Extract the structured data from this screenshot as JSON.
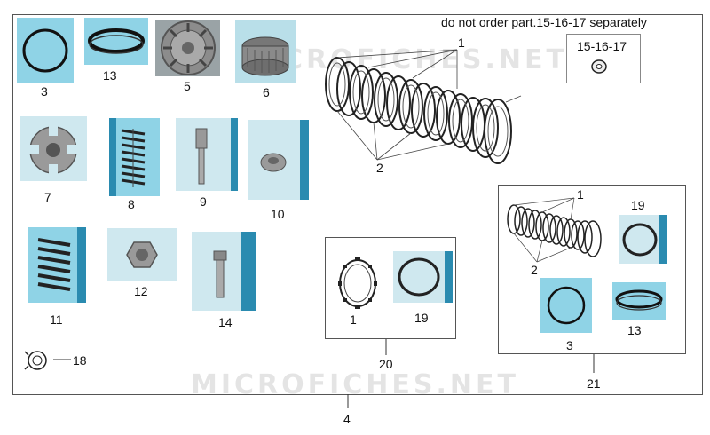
{
  "header_note": "do not order part.15-16-17 separately",
  "kit_label": "15-16-17",
  "watermark_mid": "MICROFICHES.NET",
  "watermark_bottom": "MICROFICHES.NET",
  "parts": {
    "p1": "1",
    "p2": "2",
    "p3": "3",
    "p4": "4",
    "p5": "5",
    "p6": "6",
    "p7": "7",
    "p8": "8",
    "p9": "9",
    "p10": "10",
    "p11": "11",
    "p12": "12",
    "p13": "13",
    "p14": "14",
    "p18": "18",
    "p19": "19",
    "p20": "20",
    "p21": "21"
  },
  "colors": {
    "photo_bg": "#8fd3e6",
    "line": "#333333",
    "frame": "#555555"
  }
}
